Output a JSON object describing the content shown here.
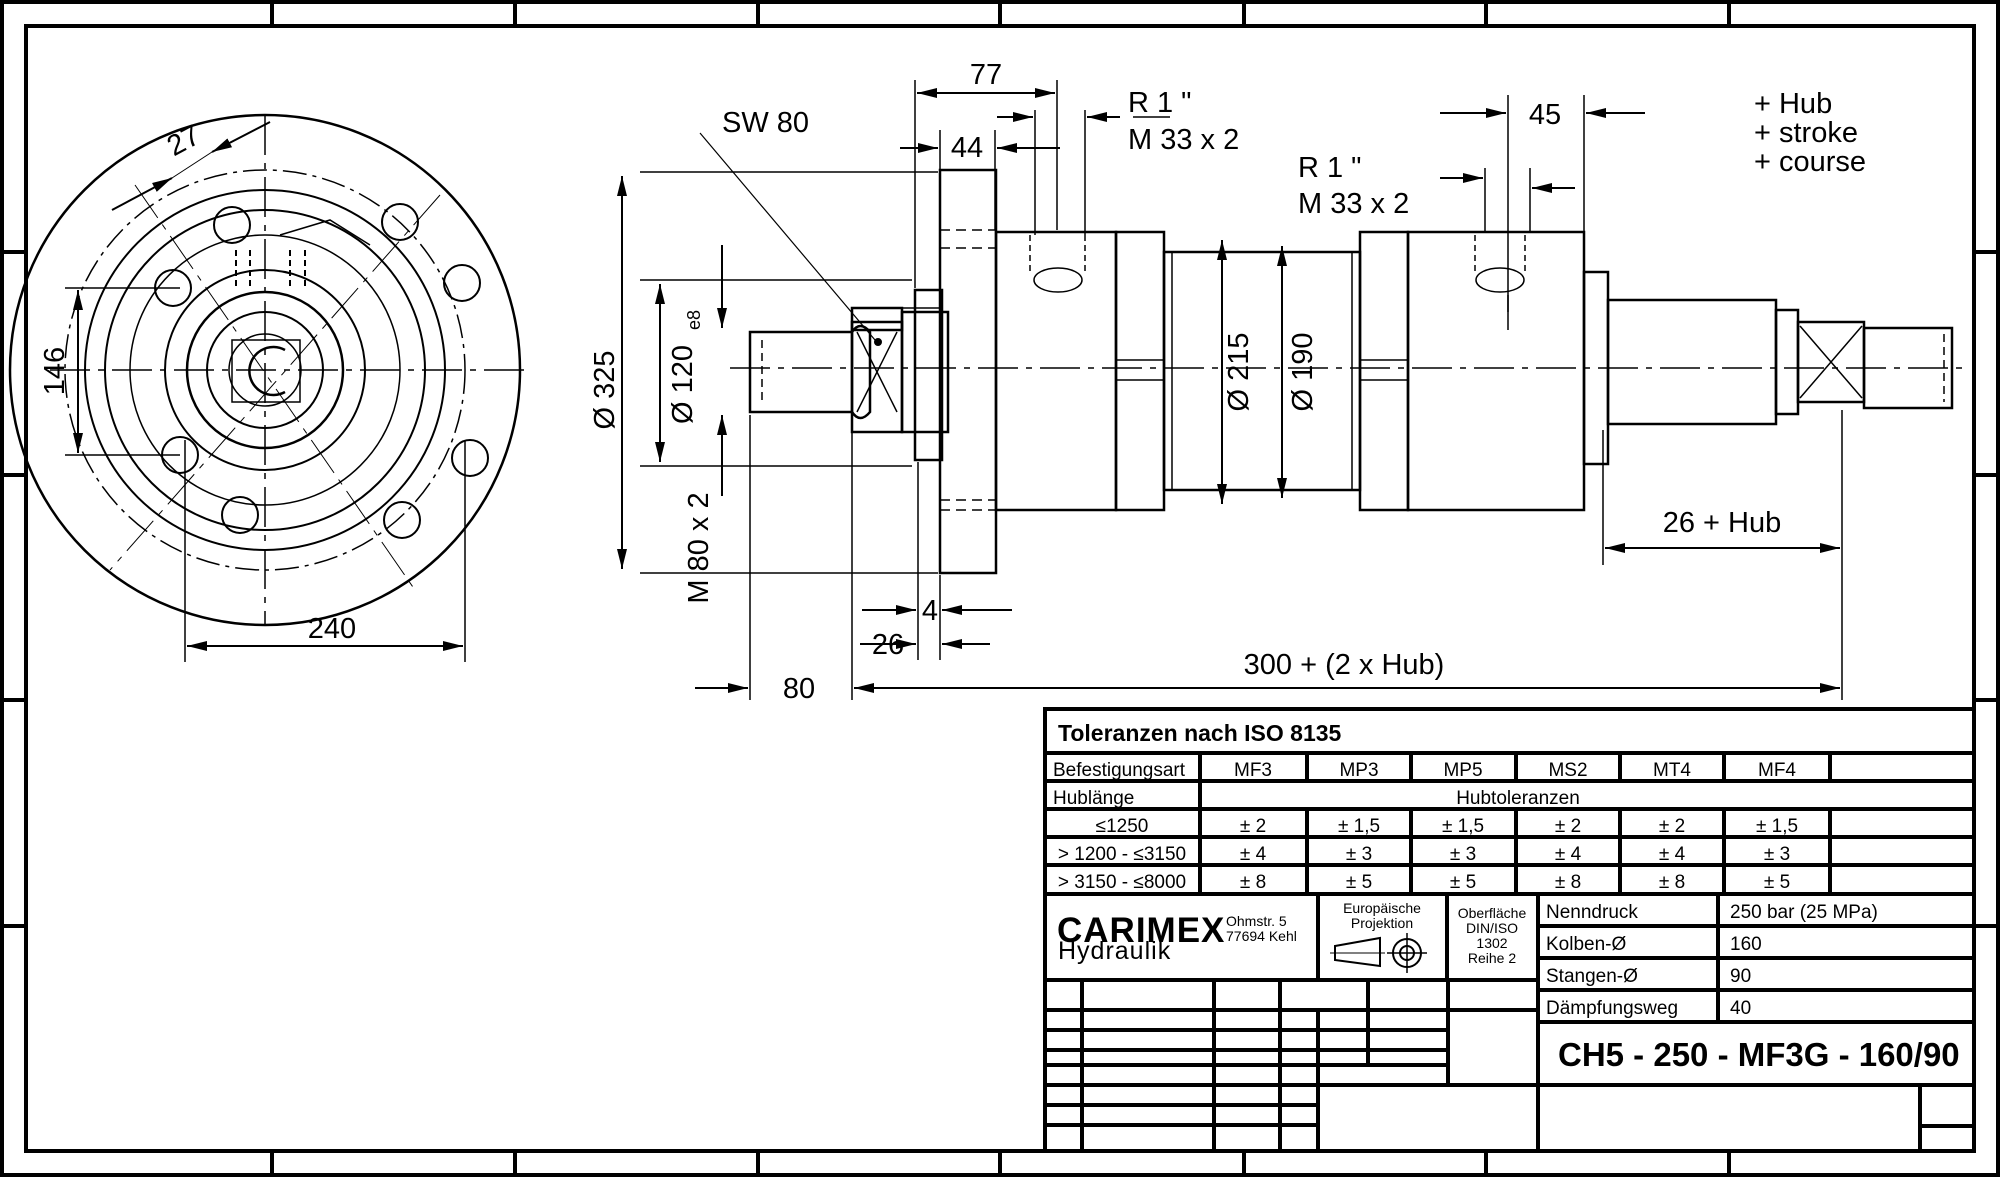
{
  "drawing": {
    "dimensions": {
      "bolt_pitch_angle": "27",
      "flange_height": "146",
      "bolt_circle_width": "240",
      "sw": "SW 80",
      "dim_77": "77",
      "dim_44": "44",
      "port_left_line1": "R 1 \"",
      "port_left_line2": "M 33 x 2",
      "port_right_line1": "R 1 \"",
      "port_right_line2": "M 33 x 2",
      "dim_45": "45",
      "stroke_note_1": "+ Hub",
      "stroke_note_2": "+ stroke",
      "stroke_note_3": "+ course",
      "dia_325": "Ø 325",
      "dia_120": "Ø 120",
      "dia_120_tol": "e8",
      "dia_215": "Ø 215",
      "dia_190": "Ø 190",
      "thread": "M 80 x 2",
      "dim_4": "4",
      "dim_26": "26",
      "dim_80": "80",
      "dim_300": "300 + (2 x Hub)",
      "dim_26hub": "26 + Hub"
    }
  },
  "title_block": {
    "tolerance_title": "Toleranzen nach ISO 8135",
    "mount_label": "Befestigungsart",
    "mount_types": [
      "MF3",
      "MP3",
      "MP5",
      "MS2",
      "MT4",
      "MF4"
    ],
    "stroke_label": "Hublänge",
    "stroke_tol_label": "Hubtoleranzen",
    "rows": [
      {
        "range": "≤1250",
        "values": [
          "± 2",
          "± 1,5",
          "± 1,5",
          "± 2",
          "± 2",
          "± 1,5"
        ]
      },
      {
        "range": "> 1200 - ≤3150",
        "values": [
          "± 4",
          "± 3",
          "± 3",
          "± 4",
          "± 4",
          "± 3"
        ]
      },
      {
        "range": "> 3150 - ≤8000",
        "values": [
          "± 8",
          "± 5",
          "± 5",
          "± 8",
          "± 8",
          "± 5"
        ]
      }
    ],
    "company": "CARIMEX",
    "company_sub": "Hydraulik",
    "address_1": "Ohmstr. 5",
    "address_2": "77694 Kehl",
    "projection_1": "Europäische",
    "projection_2": "Projektion",
    "surface_1": "Oberfläche",
    "surface_2": "DIN/ISO",
    "surface_3": "1302",
    "surface_4": "Reihe 2",
    "specs": [
      {
        "label": "Nenndruck",
        "value": "250 bar (25 MPa)"
      },
      {
        "label": "Kolben-Ø",
        "value": "160"
      },
      {
        "label": "Stangen-Ø",
        "value": "90"
      },
      {
        "label": "Dämpfungsweg",
        "value": "40"
      }
    ],
    "part_code": "CH5 - 250 - MF3G - 160/90"
  }
}
